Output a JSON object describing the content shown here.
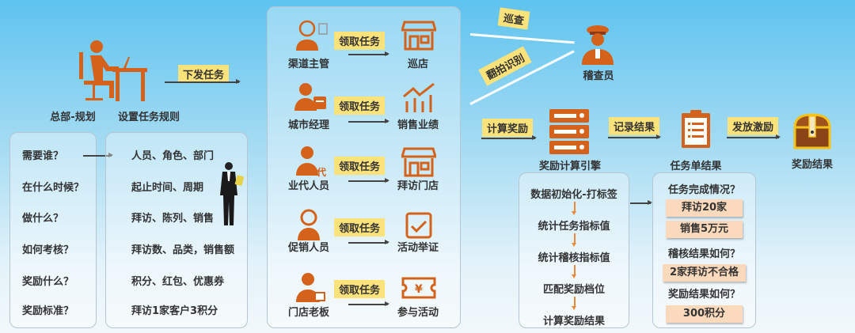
{
  "hq": {
    "label_plan": "总部-规划",
    "label_rules": "设置任务规则",
    "dispatch_tag": "下发任务"
  },
  "questions": [
    "需要谁？",
    "在什么时候？",
    "做什么？",
    "如何考核？",
    "奖励什么？",
    "奖励标准？"
  ],
  "answers": [
    "人员、角色、部门",
    "起止时间、周期",
    "拜访、陈列、销售",
    "拜访数、品类，销售额",
    "积分、红包、优惠券",
    "拜访1家客户3积分"
  ],
  "roles": [
    {
      "role": "渠道主管",
      "tag": "领取任务",
      "task": "巡店"
    },
    {
      "role": "城市经理",
      "tag": "领取任务",
      "task": "销售业绩"
    },
    {
      "role": "业代人员",
      "tag": "领取任务",
      "task": "拜访门店"
    },
    {
      "role": "促销人员",
      "tag": "领取任务",
      "task": "活动举证"
    },
    {
      "role": "门店老板",
      "tag": "领取任务",
      "task": "参与活动"
    }
  ],
  "inspector": {
    "label": "稽查员",
    "patrol_tag": "巡查",
    "photo_tag": "翻拍识别"
  },
  "flow": {
    "calc_tag": "计算奖励",
    "engine_label": "奖励计算引擎",
    "record_tag": "记录结果",
    "result_label": "任务单结果",
    "issue_tag": "发放激励",
    "reward_label": "奖励结果"
  },
  "engine_steps": [
    "数据初始化-打标签",
    "统计任务指标值",
    "统计稽核指标值",
    "匹配奖励档位",
    "计算奖励结果"
  ],
  "result": {
    "q1": "任务完成情况？",
    "a1": "拜访20家",
    "a2": "销售5万元",
    "q2": "稽核结果如何？",
    "a3": "2家拜访不合格",
    "q3": "奖励结果如何？",
    "a4": "300积分"
  },
  "colors": {
    "icon": "#d4621a",
    "tag": "#fbe27a",
    "peach": "#fbd9bc"
  }
}
